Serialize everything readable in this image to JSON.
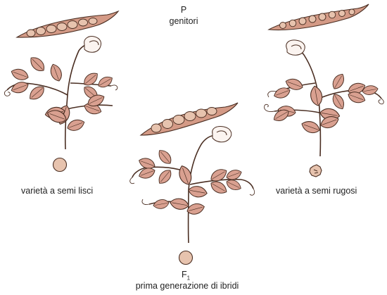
{
  "parents": {
    "title": "P",
    "subtitle": "genitori"
  },
  "left_variety": {
    "label": "varietà a semi lisci",
    "seed": "smooth"
  },
  "right_variety": {
    "label": "varietà a semi rugosi",
    "seed": "wrinkled"
  },
  "f1": {
    "title": "F",
    "title_sub": "1",
    "subtitle": "prima generazione di ibridi",
    "seed": "smooth"
  },
  "colors": {
    "leaf_fill": "#d9a090",
    "pod_fill": "#d49a86",
    "seed_fill": "#e7c3ae",
    "outline": "#4a2e22",
    "flower_fill": "#fbf4f0"
  }
}
